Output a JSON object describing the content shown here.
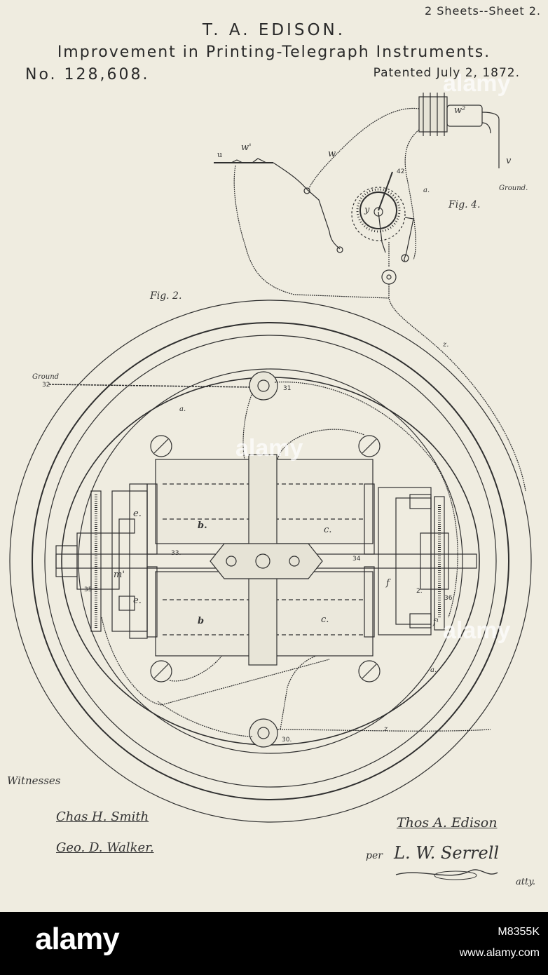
{
  "header": {
    "sheet": "2 Sheets--Sheet 2.",
    "inventor": "T. A. EDISON.",
    "title": "Improvement in Printing-Telegraph Instruments.",
    "patent_number": "No. 128,608.",
    "patented_date": "Patented July 2, 1872."
  },
  "figures": {
    "fig4_label": "Fig. 4.",
    "fig2_label": "Fig. 2.",
    "labels": {
      "w1": "w'",
      "w": "w",
      "u": "u",
      "w2": "w²",
      "v": "v",
      "ground_top": "Ground.",
      "y": "y",
      "n42": "42",
      "a_top": "a.",
      "z": "z.",
      "ground_left": "Ground",
      "n32": "32",
      "n31": "31",
      "a_left": "a.",
      "b_top": "b.",
      "c_top": "c.",
      "b_bot": "b",
      "c_bot": "c.",
      "e_top": "e.",
      "e_bot": "e.",
      "m1": "m'",
      "n33": "33.",
      "n34": "34",
      "n35": "35",
      "n36": "36",
      "f": "f",
      "n2": "2.",
      "f1": "f¹",
      "a_right": "a.",
      "n30": "30.",
      "z_bot": "z"
    }
  },
  "signatures": {
    "witnesses_label": "Witnesses",
    "witness1": "Chas H. Smith",
    "witness2": "Geo. D. Walker.",
    "inventor_sig": "Thos A. Edison",
    "per": "per",
    "attorney": "L. W. Serrell",
    "atty": "atty."
  },
  "watermark": {
    "logo": "alamy",
    "image_id": "M8355K",
    "site": "www.alamy.com",
    "overlay": "alamy"
  },
  "colors": {
    "paper": "#efece0",
    "ink": "#2f2f2f",
    "footer": "#000000"
  }
}
